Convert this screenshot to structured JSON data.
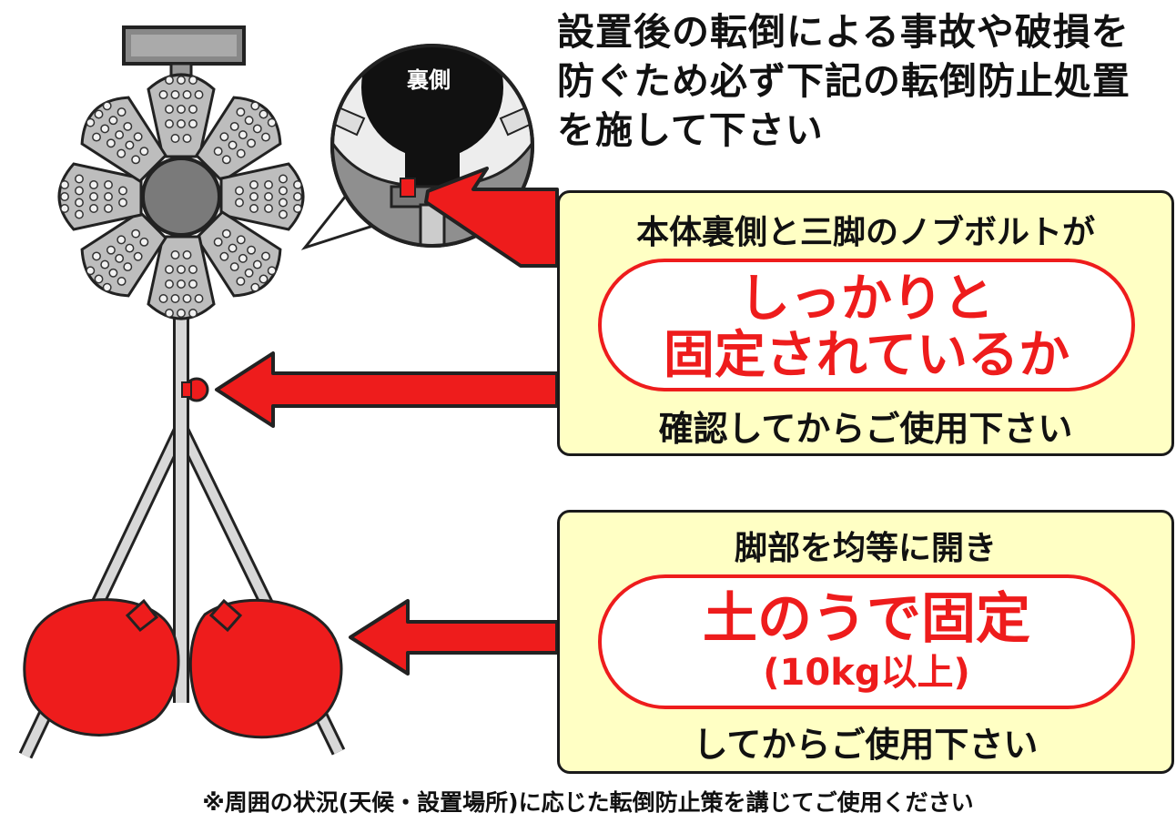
{
  "heading": {
    "line1": "設置後の転倒による事故や破損を",
    "line2": "防ぐため必ず下記の転倒防止処置",
    "line3": "を施して下さい"
  },
  "inset": {
    "label": "裏側"
  },
  "panel_bolt": {
    "top": "本体裏側と三脚のノブボルトが",
    "emphasis_line1": "しっかりと",
    "emphasis_line2": "固定されているか",
    "bottom": "確認してからご使用下さい"
  },
  "panel_sandbag": {
    "top": "脚部を均等に開き",
    "emphasis_line1": "土のうで固定",
    "emphasis_line2": "(10kg以上)",
    "bottom": "してからご使用下さい"
  },
  "footnote": "※周囲の状況(天候・設置場所)に応じた転倒防止策を講じてご使用ください",
  "colors": {
    "accent_red": "#ee1c1c",
    "panel_bg": "#ffffc4",
    "lamp_gray": "#bdbdbd",
    "hub_gray": "#7a7a7a"
  },
  "icons": [
    "arrow-left-icon",
    "led-lamp-icon",
    "tripod-icon",
    "sandbag-icon",
    "knob-bolt-icon"
  ]
}
